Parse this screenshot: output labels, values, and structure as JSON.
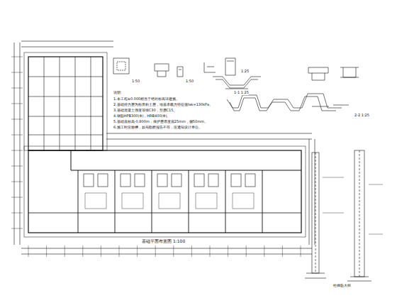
{
  "diagram": {
    "labels": [
      "说明:",
      "1.本工程±0.000相当于绝对标高详建施。",
      "2.基础持力层为粉质粘土层，地基承载力特征值fak=130kPa。",
      "3.基础混凝土强度等级C30，垫层C15。",
      "4.钢筋HPB300(Φ)，HRB400(Φ)。",
      "5.基础底标高-0.800m，保护层厚度底25mm，侧50mm。",
      "6.施工时应验槽，如与勘察报告不符，应通知设计单位。",
      "基础平面布置图 1:100",
      "1:50",
      "1:50",
      "1:25",
      "1-1 1:25",
      "2-2 1:25",
      "柱插筋大样"
    ]
  }
}
